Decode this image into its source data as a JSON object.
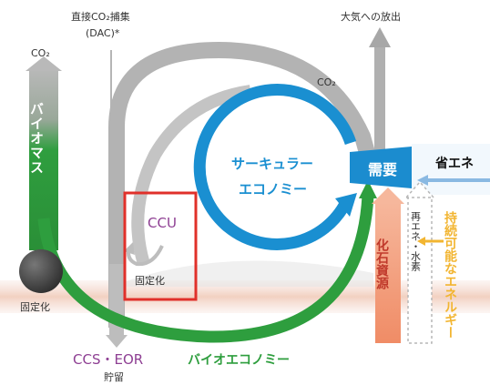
{
  "labels": {
    "dac_line1": "直接CO₂捕集",
    "dac_line2": "(DAC)*",
    "atmosphere_release": "大気への放出",
    "co2_left": "CO₂",
    "co2_top": "CO₂",
    "biomass": "バイオマス",
    "solidify_left": "固定化",
    "solidify_ccu": "固定化",
    "ccu": "CCU",
    "circular_economy_line1": "サーキュラー",
    "circular_economy_line2": "エコノミー",
    "demand": "需要",
    "energy_saving": "省エネ",
    "fossil_resources": "化石資源",
    "renewable_hydrogen": "再エネ・水素",
    "sustainable_energy": "持続可能なエネルギー",
    "ccs_eor": "CCS・EOR",
    "storage": "貯留",
    "bio_economy": "バイオエコノミー"
  },
  "colors": {
    "gray_flow": "#a9a9a9",
    "green_flow": "#2e9e3e",
    "blue_cycle": "#1a8fd1",
    "demand_box": "#1b8ccf",
    "fossil_orange": "#f2a07f",
    "yellow_arrow": "#f2b531",
    "purple_text": "#8e3f93",
    "red_box": "#e0302a"
  }
}
